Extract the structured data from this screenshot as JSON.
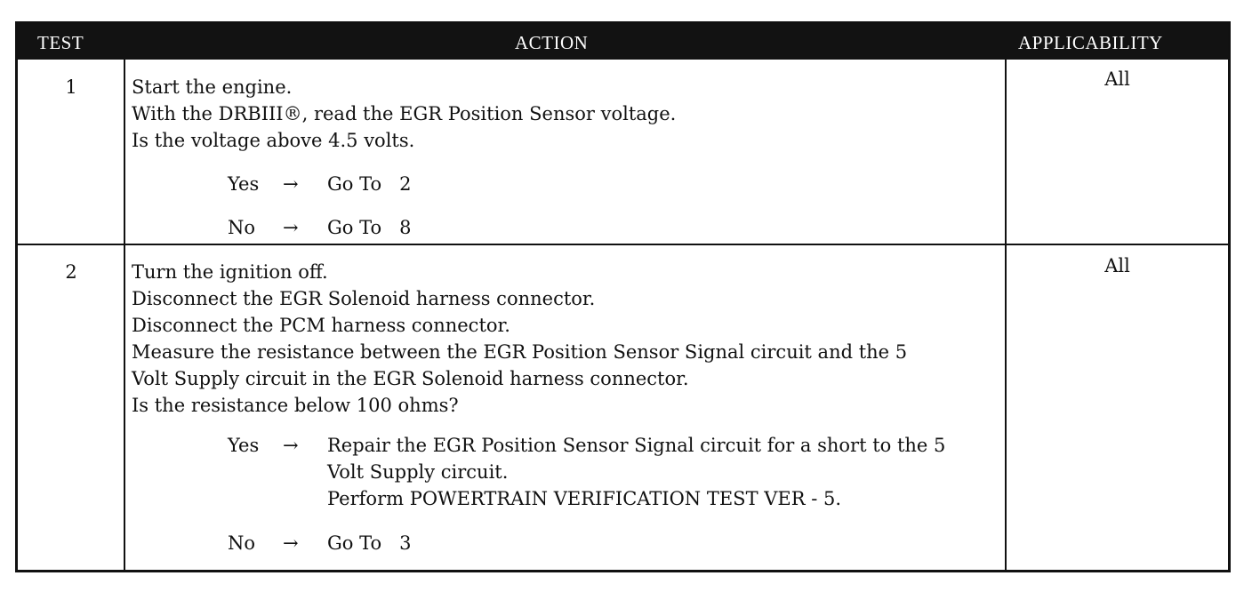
{
  "header": {
    "test": "TEST",
    "action": "ACTION",
    "applicability": "APPLICABILITY"
  },
  "rows": [
    {
      "test": "1",
      "applicability": "All",
      "action_lines": [
        "Start the engine.",
        "With the DRBIII®, read the EGR Position Sensor voltage.",
        "Is the voltage above 4.5 volts."
      ],
      "options": [
        {
          "label": "Yes",
          "arrow": "→",
          "result_lines": [
            "Go To   2"
          ]
        },
        {
          "label": "No",
          "arrow": "→",
          "result_lines": [
            "Go To   8"
          ]
        }
      ]
    },
    {
      "test": "2",
      "applicability": "All",
      "action_lines": [
        "Turn the ignition off.",
        "Disconnect the EGR Solenoid harness connector.",
        "Disconnect the PCM harness connector.",
        "Measure the resistance between the EGR Position Sensor Signal circuit and the 5",
        "Volt Supply circuit in the EGR Solenoid harness connector.",
        "Is the resistance below 100 ohms?"
      ],
      "options": [
        {
          "label": "Yes",
          "arrow": "→",
          "result_lines": [
            "Repair the EGR Position Sensor Signal circuit for a short to the 5",
            "Volt Supply circuit.",
            "Perform POWERTRAIN VERIFICATION TEST VER - 5."
          ]
        },
        {
          "label": "No",
          "arrow": "→",
          "result_lines": [
            "Go To   3"
          ]
        }
      ]
    }
  ]
}
